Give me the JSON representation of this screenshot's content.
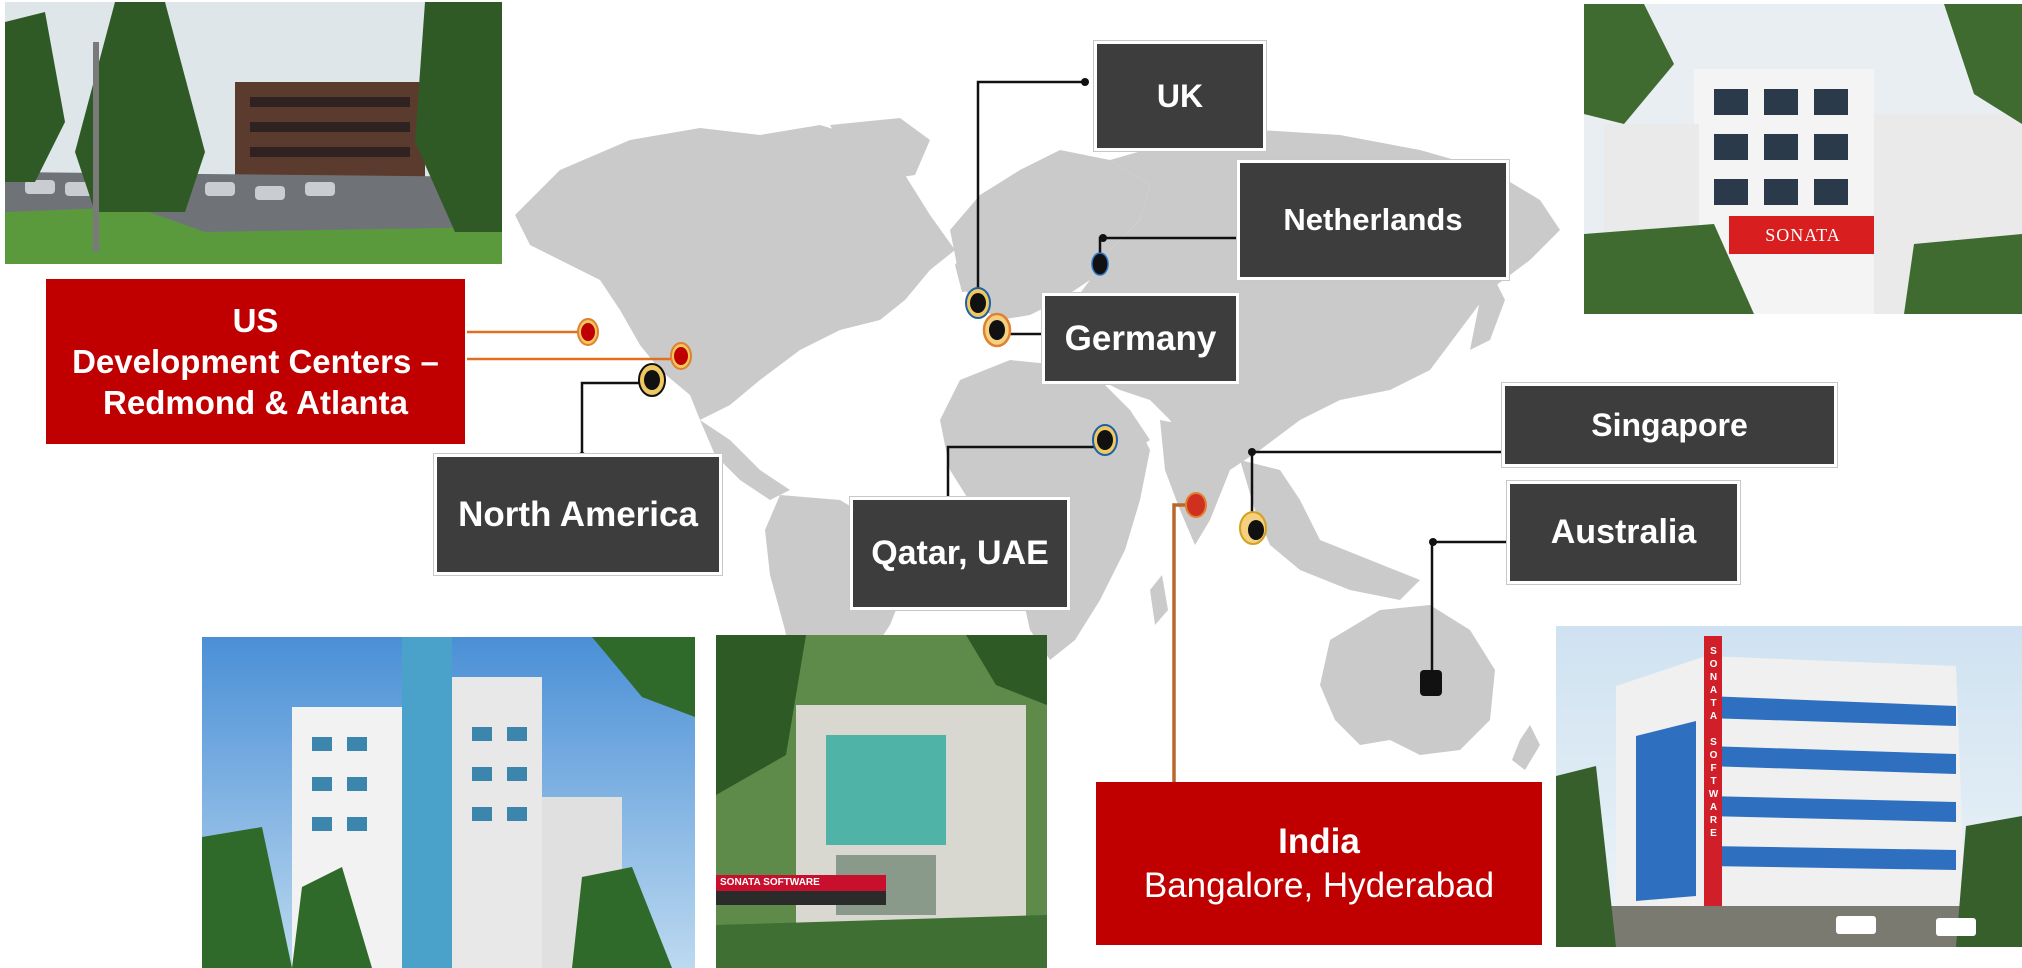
{
  "offices": {
    "uk": "UK",
    "netherlands": "Netherlands",
    "germany": "Germany",
    "singapore": "Singapore",
    "australia": "Australia",
    "north_america": "North America",
    "qatar_uae": "Qatar, UAE",
    "us": {
      "line1": "US",
      "line2": "Development Centers –",
      "line3": "Redmond & Atlanta"
    },
    "india": {
      "title": "India",
      "cities": "Bangalore, Hyderabad"
    }
  },
  "signs": {
    "sonata_top": "SONATA",
    "sonata_software": "SONATA SOFTWARE",
    "vertical_sign": "SONATA SOFTWARE"
  },
  "colors": {
    "dark_box": "#3d3d3d",
    "red_box": "#c00000",
    "map_land": "#c9c9c9",
    "connector_black": "#111111",
    "connector_orange": "#e07020"
  }
}
